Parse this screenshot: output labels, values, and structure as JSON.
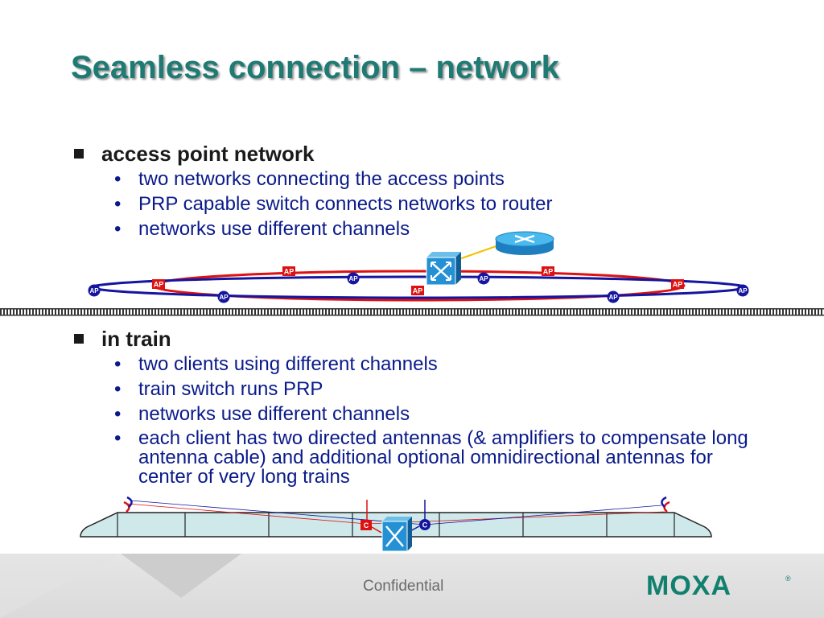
{
  "slide": {
    "title": "Seamless connection – network"
  },
  "sections": [
    {
      "label": "access point network",
      "bullets": [
        "two networks connecting the access points",
        "PRP capable switch connects networks to router",
        "networks use different channels"
      ]
    },
    {
      "label": "in train",
      "bullets": [
        "two clients using different channels",
        "train switch runs PRP",
        "networks use different channels",
        "each client has two directed antennas (& amplifiers to compensate long antenna cable) and additional optional omnidirectional antennas for center of very long trains"
      ]
    }
  ],
  "diagram": {
    "ap_label": "AP",
    "client_label": "C",
    "colors": {
      "red_network": "#dd1111",
      "blue_network": "#1515a0",
      "router": "#2ea6e0",
      "switch": "#1e7fc0"
    }
  },
  "footer": {
    "confidential": "Confidential",
    "logo_text": "MOXA",
    "logo_mark": "®",
    "logo_color": "#12806e"
  }
}
